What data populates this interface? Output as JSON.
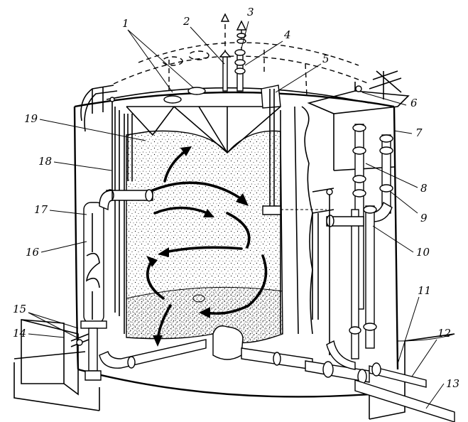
{
  "callouts": [
    {
      "id": "1",
      "label": "1"
    },
    {
      "id": "2",
      "label": "2"
    },
    {
      "id": "3",
      "label": "3"
    },
    {
      "id": "4",
      "label": "4"
    },
    {
      "id": "5",
      "label": "5"
    },
    {
      "id": "6",
      "label": "6"
    },
    {
      "id": "7",
      "label": "7"
    },
    {
      "id": "8",
      "label": "8"
    },
    {
      "id": "9",
      "label": "9"
    },
    {
      "id": "10",
      "label": "10"
    },
    {
      "id": "11",
      "label": "11"
    },
    {
      "id": "12",
      "label": "12"
    },
    {
      "id": "13",
      "label": "13"
    },
    {
      "id": "14",
      "label": "14"
    },
    {
      "id": "15",
      "label": "15"
    },
    {
      "id": "16",
      "label": "16"
    },
    {
      "id": "17",
      "label": "17"
    },
    {
      "id": "18",
      "label": "18"
    },
    {
      "id": "19",
      "label": "19"
    }
  ],
  "colors": {
    "ink": "#000000",
    "paper": "#ffffff"
  }
}
